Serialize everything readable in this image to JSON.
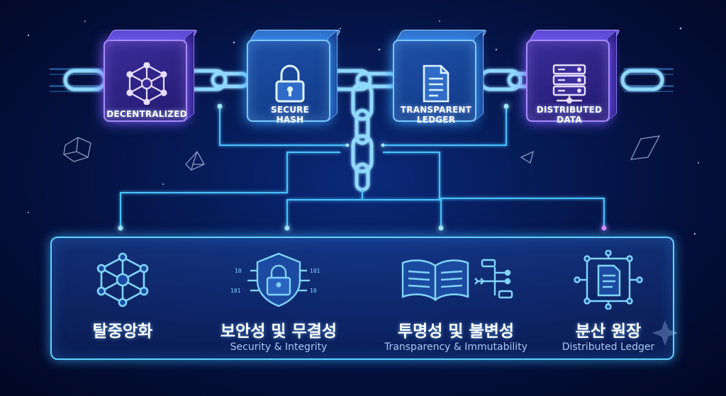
{
  "cubes": [
    {
      "label": "DECENTRALIZED",
      "icon": "network-icon"
    },
    {
      "label_line1": "SECURE",
      "label_line2": "HASH",
      "icon": "padlock-icon"
    },
    {
      "label_line1": "TRANSPARENT",
      "label_line2": "LEDGER",
      "icon": "document-icon"
    },
    {
      "label_line1": "DISTRIBUTED",
      "label_line2": "DATA",
      "icon": "server-icon"
    }
  ],
  "features": [
    {
      "title": "탈중앙화",
      "subtitle": "",
      "icon": "network-icon"
    },
    {
      "title": "보안성 및 무결성",
      "subtitle": "Security & Integrity",
      "icon": "shield-lock-icon"
    },
    {
      "title": "투명성 및 불변성",
      "subtitle": "Transparency & Immutability",
      "icon": "open-book-icon"
    },
    {
      "title": "분산 원장",
      "subtitle": "Distributed Ledger",
      "icon": "ledger-network-icon"
    }
  ],
  "colors": {
    "background": "#040f3a",
    "neon_cyan": "#5fd2ff",
    "violet": "#a78bfa",
    "blue": "#7cc8ff"
  }
}
